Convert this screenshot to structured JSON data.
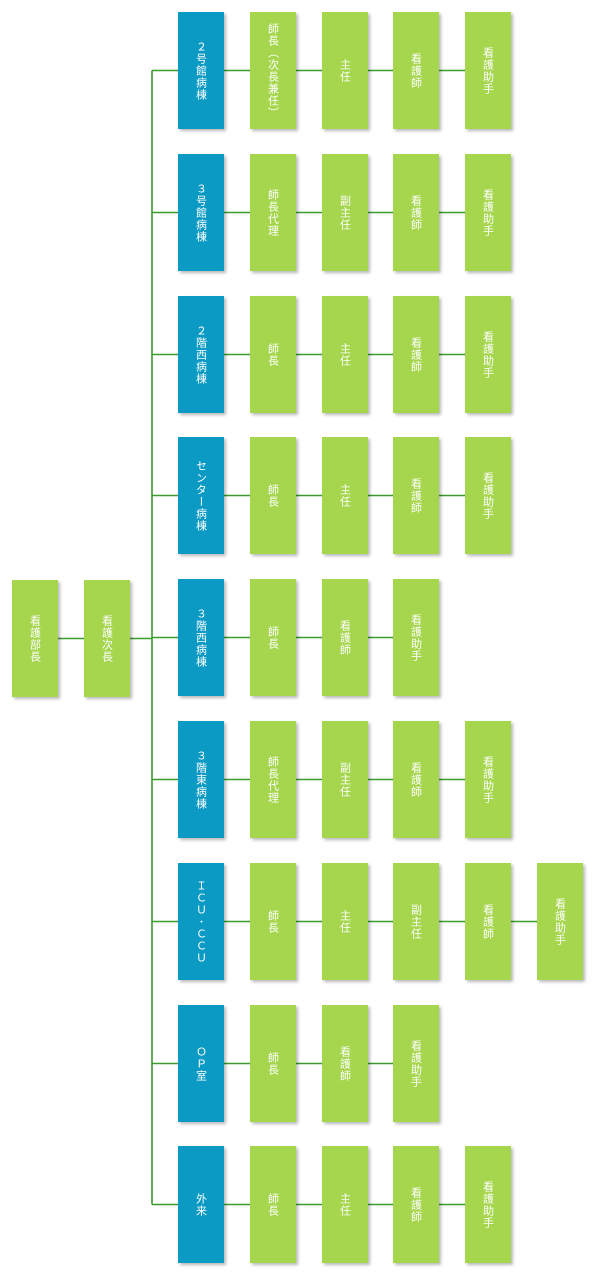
{
  "colors": {
    "line": "#3a9a2c",
    "staff_box": "#a5d64e",
    "ward_box": "#0b9ac4",
    "text": "#ffffff"
  },
  "top": [
    {
      "id": "director",
      "label": "看護部長"
    },
    {
      "id": "deputy",
      "label": "看護次長"
    }
  ],
  "wards": [
    {
      "ward": "２号館病棟",
      "roles": [
        "師長（次長兼任）",
        "主任",
        "看護師",
        "看護助手"
      ]
    },
    {
      "ward": "３号館病棟",
      "roles": [
        "師長代理",
        "副主任",
        "看護師",
        "看護助手"
      ]
    },
    {
      "ward": "２階西病棟",
      "roles": [
        "師長",
        "主任",
        "看護師",
        "看護助手"
      ]
    },
    {
      "ward": "センター病棟",
      "roles": [
        "師長",
        "主任",
        "看護師",
        "看護助手"
      ]
    },
    {
      "ward": "３階西病棟",
      "roles": [
        "師長",
        "看護師",
        "看護助手"
      ]
    },
    {
      "ward": "３階東病棟",
      "roles": [
        "師長代理",
        "副主任",
        "看護師",
        "看護助手"
      ]
    },
    {
      "ward": "ＩＣＵ･ＣＣＵ",
      "roles": [
        "師長",
        "主任",
        "副主任",
        "看護師",
        "看護助手"
      ]
    },
    {
      "ward": "ＯＰ室",
      "roles": [
        "師長",
        "看護師",
        "看護助手"
      ]
    },
    {
      "ward": "外来",
      "roles": [
        "師長",
        "主任",
        "看護師",
        "看護助手"
      ]
    }
  ]
}
